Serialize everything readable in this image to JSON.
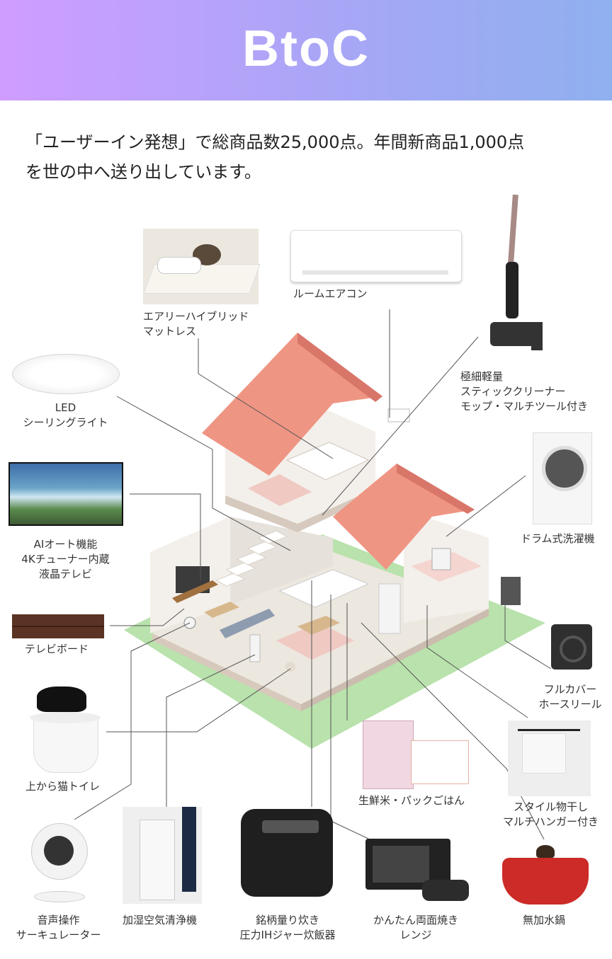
{
  "banner": {
    "title": "BtoC"
  },
  "intro": {
    "line1": "「ユーザーイン発想」で総商品数25,000点。年間新商品1,000点",
    "line2": "を世の中へ送り出しています。"
  },
  "products": {
    "mattress": [
      "エアリーハイブリッド",
      "マットレス"
    ],
    "aircon": [
      "ルームエアコン"
    ],
    "cleaner": [
      "極細軽量",
      "スティッククリーナー",
      "モップ・マルチツール付き"
    ],
    "led": [
      "LED",
      "シーリングライト"
    ],
    "tv": [
      "AIオート機能",
      "4Kチューナー内蔵",
      "液晶テレビ"
    ],
    "washer": [
      "ドラム式洗濯機"
    ],
    "tvboard": [
      "テレビボード"
    ],
    "hosereel": [
      "フルカバー",
      "ホースリール"
    ],
    "cattoilet": [
      "上から猫トイレ"
    ],
    "rice": [
      "生鮮米・パックごはん"
    ],
    "hanger": [
      "スタイル物干し",
      "マルチハンガー付き"
    ],
    "circulator": [
      "音声操作",
      "サーキュレーター"
    ],
    "purifier": [
      "加湿空気清浄機"
    ],
    "ricecooker": [
      "銘柄量り炊き",
      "圧力IHジャー炊飯器"
    ],
    "microwave": [
      "かんたん両面焼き",
      "レンジ"
    ],
    "pot": [
      "無加水鍋"
    ]
  }
}
